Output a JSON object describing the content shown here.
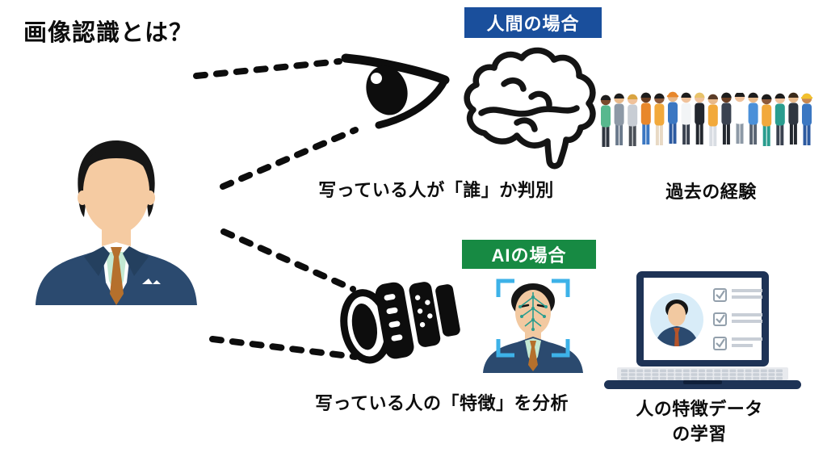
{
  "title": "画像認識とは？",
  "colors": {
    "human_badge": "#1a4f9c",
    "ai_badge": "#178a43",
    "line_black": "#0d0d0d",
    "suit_navy": "#2b4a6f",
    "detection_frame_blue": "#3db2e8",
    "face_mesh_teal": "#2a9d8f"
  },
  "human_case": {
    "badge_label": "人間の場合",
    "process_caption": "写っている人が「誰」か判別",
    "knowledge_caption": "過去の経験"
  },
  "ai_case": {
    "badge_label": "AIの場合",
    "process_caption": "写っている人の「特徴」を分析",
    "knowledge_caption_line1": "人の特徴データ",
    "knowledge_caption_line2": "の学習"
  },
  "icons": {
    "person": "businessman-illustration",
    "human_sense": "eye-icon",
    "human_brain": "brain-icon",
    "human_experience": "crowd-illustration",
    "ai_sense": "camera-lens-icon",
    "ai_analysis": "face-detection-illustration",
    "ai_learning": "laptop-illustration"
  }
}
